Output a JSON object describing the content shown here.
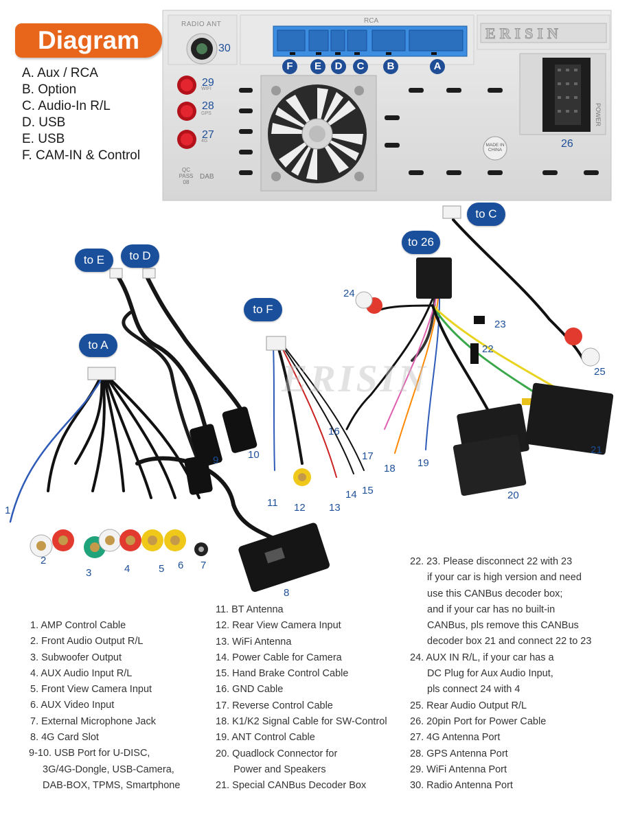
{
  "title": "Diagram",
  "top_legend": [
    "A. Aux / RCA",
    "B. Option",
    "C. Audio-In R/L",
    "D. USB",
    "E. USB",
    "F. CAM-IN & Control"
  ],
  "unit_labels": {
    "radio_ant": "RADIO ANT",
    "rca": "RCA",
    "brand": "ERISIN",
    "power": "POWER",
    "made_in": "MADE IN CHINA",
    "qc_pass": "QC PASS 08",
    "dab": "DAB",
    "wifi": "WIFI",
    "gps": "GPS",
    "gsm": "4G"
  },
  "port_letters": [
    "F",
    "E",
    "D",
    "C",
    "B",
    "A"
  ],
  "port_numbers": [
    "30",
    "29",
    "28",
    "27",
    "26"
  ],
  "connector_ovals": [
    "to E",
    "to D",
    "to A",
    "to F",
    "to 26",
    "to C"
  ],
  "cable_numbers": [
    "1",
    "2",
    "3",
    "4",
    "5",
    "6",
    "7",
    "8",
    "9",
    "10",
    "11",
    "12",
    "13",
    "14",
    "15",
    "16",
    "17",
    "18",
    "19",
    "20",
    "21",
    "22",
    "23",
    "24",
    "25"
  ],
  "watermark": "ERISIN",
  "list_col1": [
    "1.  AMP Control Cable",
    "2.  Front Audio Output R/L",
    "3.  Subwoofer Output",
    "4.  AUX Audio Input R/L",
    "5.  Front View Camera Input",
    "6.  AUX Video Input",
    "7.  External Microphone Jack",
    "8.  4G Card Slot",
    "9-10.  USB Port for U-DISC,",
    "3G/4G-Dongle, USB-Camera,",
    "DAB-BOX, TPMS, Smartphone"
  ],
  "list_col2": [
    "11.  BT Antenna",
    "12.  Rear View Camera Input",
    "13.  WiFi Antenna",
    "14.  Power Cable for Camera",
    "15.  Hand Brake Control Cable",
    "16.  GND Cable",
    "17.  Reverse Control Cable",
    "18.  K1/K2 Signal Cable for SW-Control",
    "19.  ANT Control Cable",
    "20.  Quadlock Connector for",
    "Power and Speakers",
    "21.  Special CANBus Decoder Box"
  ],
  "list_col3": [
    "22. 23. Please disconnect 22 with 23",
    "if your car is high version and need",
    "use this CANBus decoder box;",
    "and if your car has no built-in",
    "CANBus, pls remove this CANBus",
    "decoder box 21 and connect 22 to 23",
    "24.  AUX IN R/L, if your car has a",
    "DC Plug for Aux Audio Input,",
    "pls connect 24 with 4",
    "25.  Rear Audio Output R/L",
    "26.  20pin Port for Power Cable",
    "27.  4G Antenna Port",
    "28.  GPS Antenna Port",
    "29.  WiFi Antenna Port",
    "30.  Radio Antenna Port"
  ],
  "colors": {
    "orange": "#e8661c",
    "blue": "#1f4e96",
    "connector_blue": "#3d8ee0"
  }
}
